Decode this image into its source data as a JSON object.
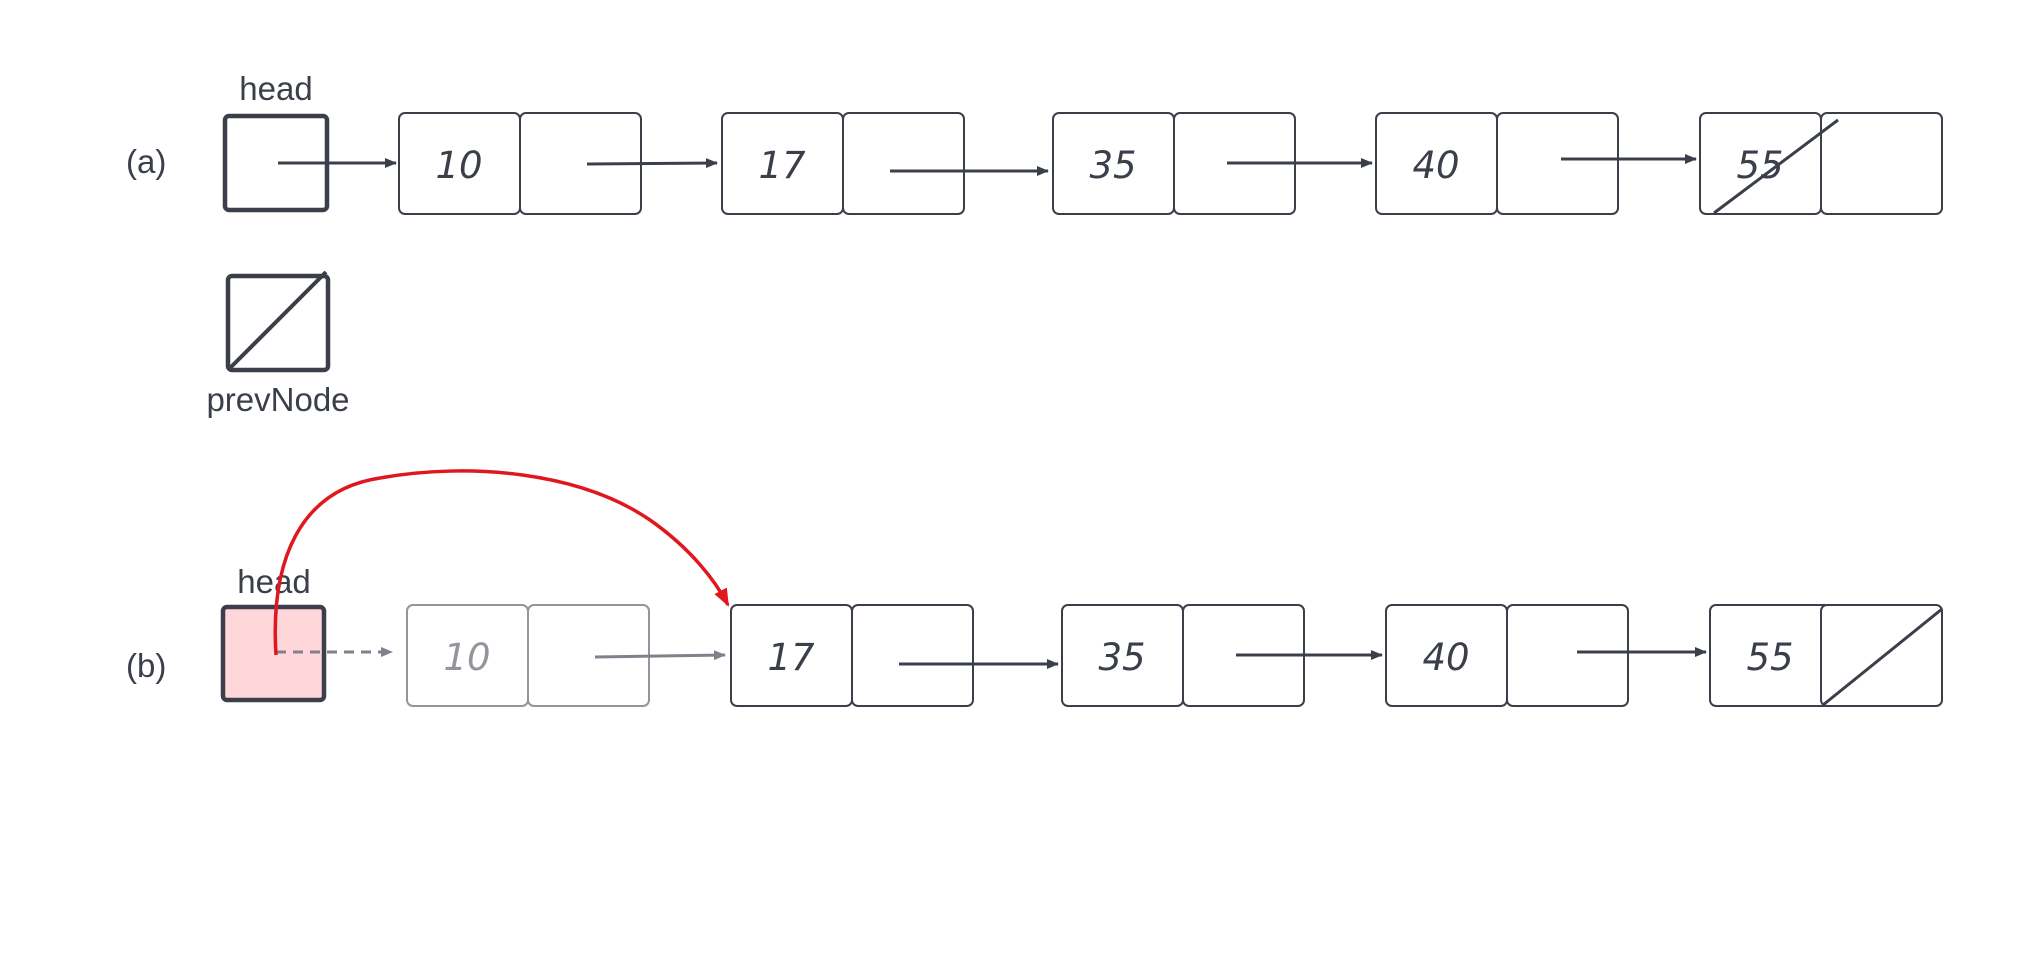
{
  "diagram": {
    "panel_a": {
      "tag": "(a)",
      "head_label": "head",
      "prev_label": "prevNode",
      "nodes": [
        "10",
        "17",
        "35",
        "40",
        "55"
      ]
    },
    "panel_b": {
      "tag": "(b)",
      "head_label": "head",
      "removed_node": "10",
      "nodes": [
        "17",
        "35",
        "40",
        "55"
      ]
    },
    "colors": {
      "stroke": "#3a3f4a",
      "faded": "#9a9ea6",
      "highlight_fill": "#ffd6d9",
      "redirect_arrow": "#e0171f"
    }
  }
}
